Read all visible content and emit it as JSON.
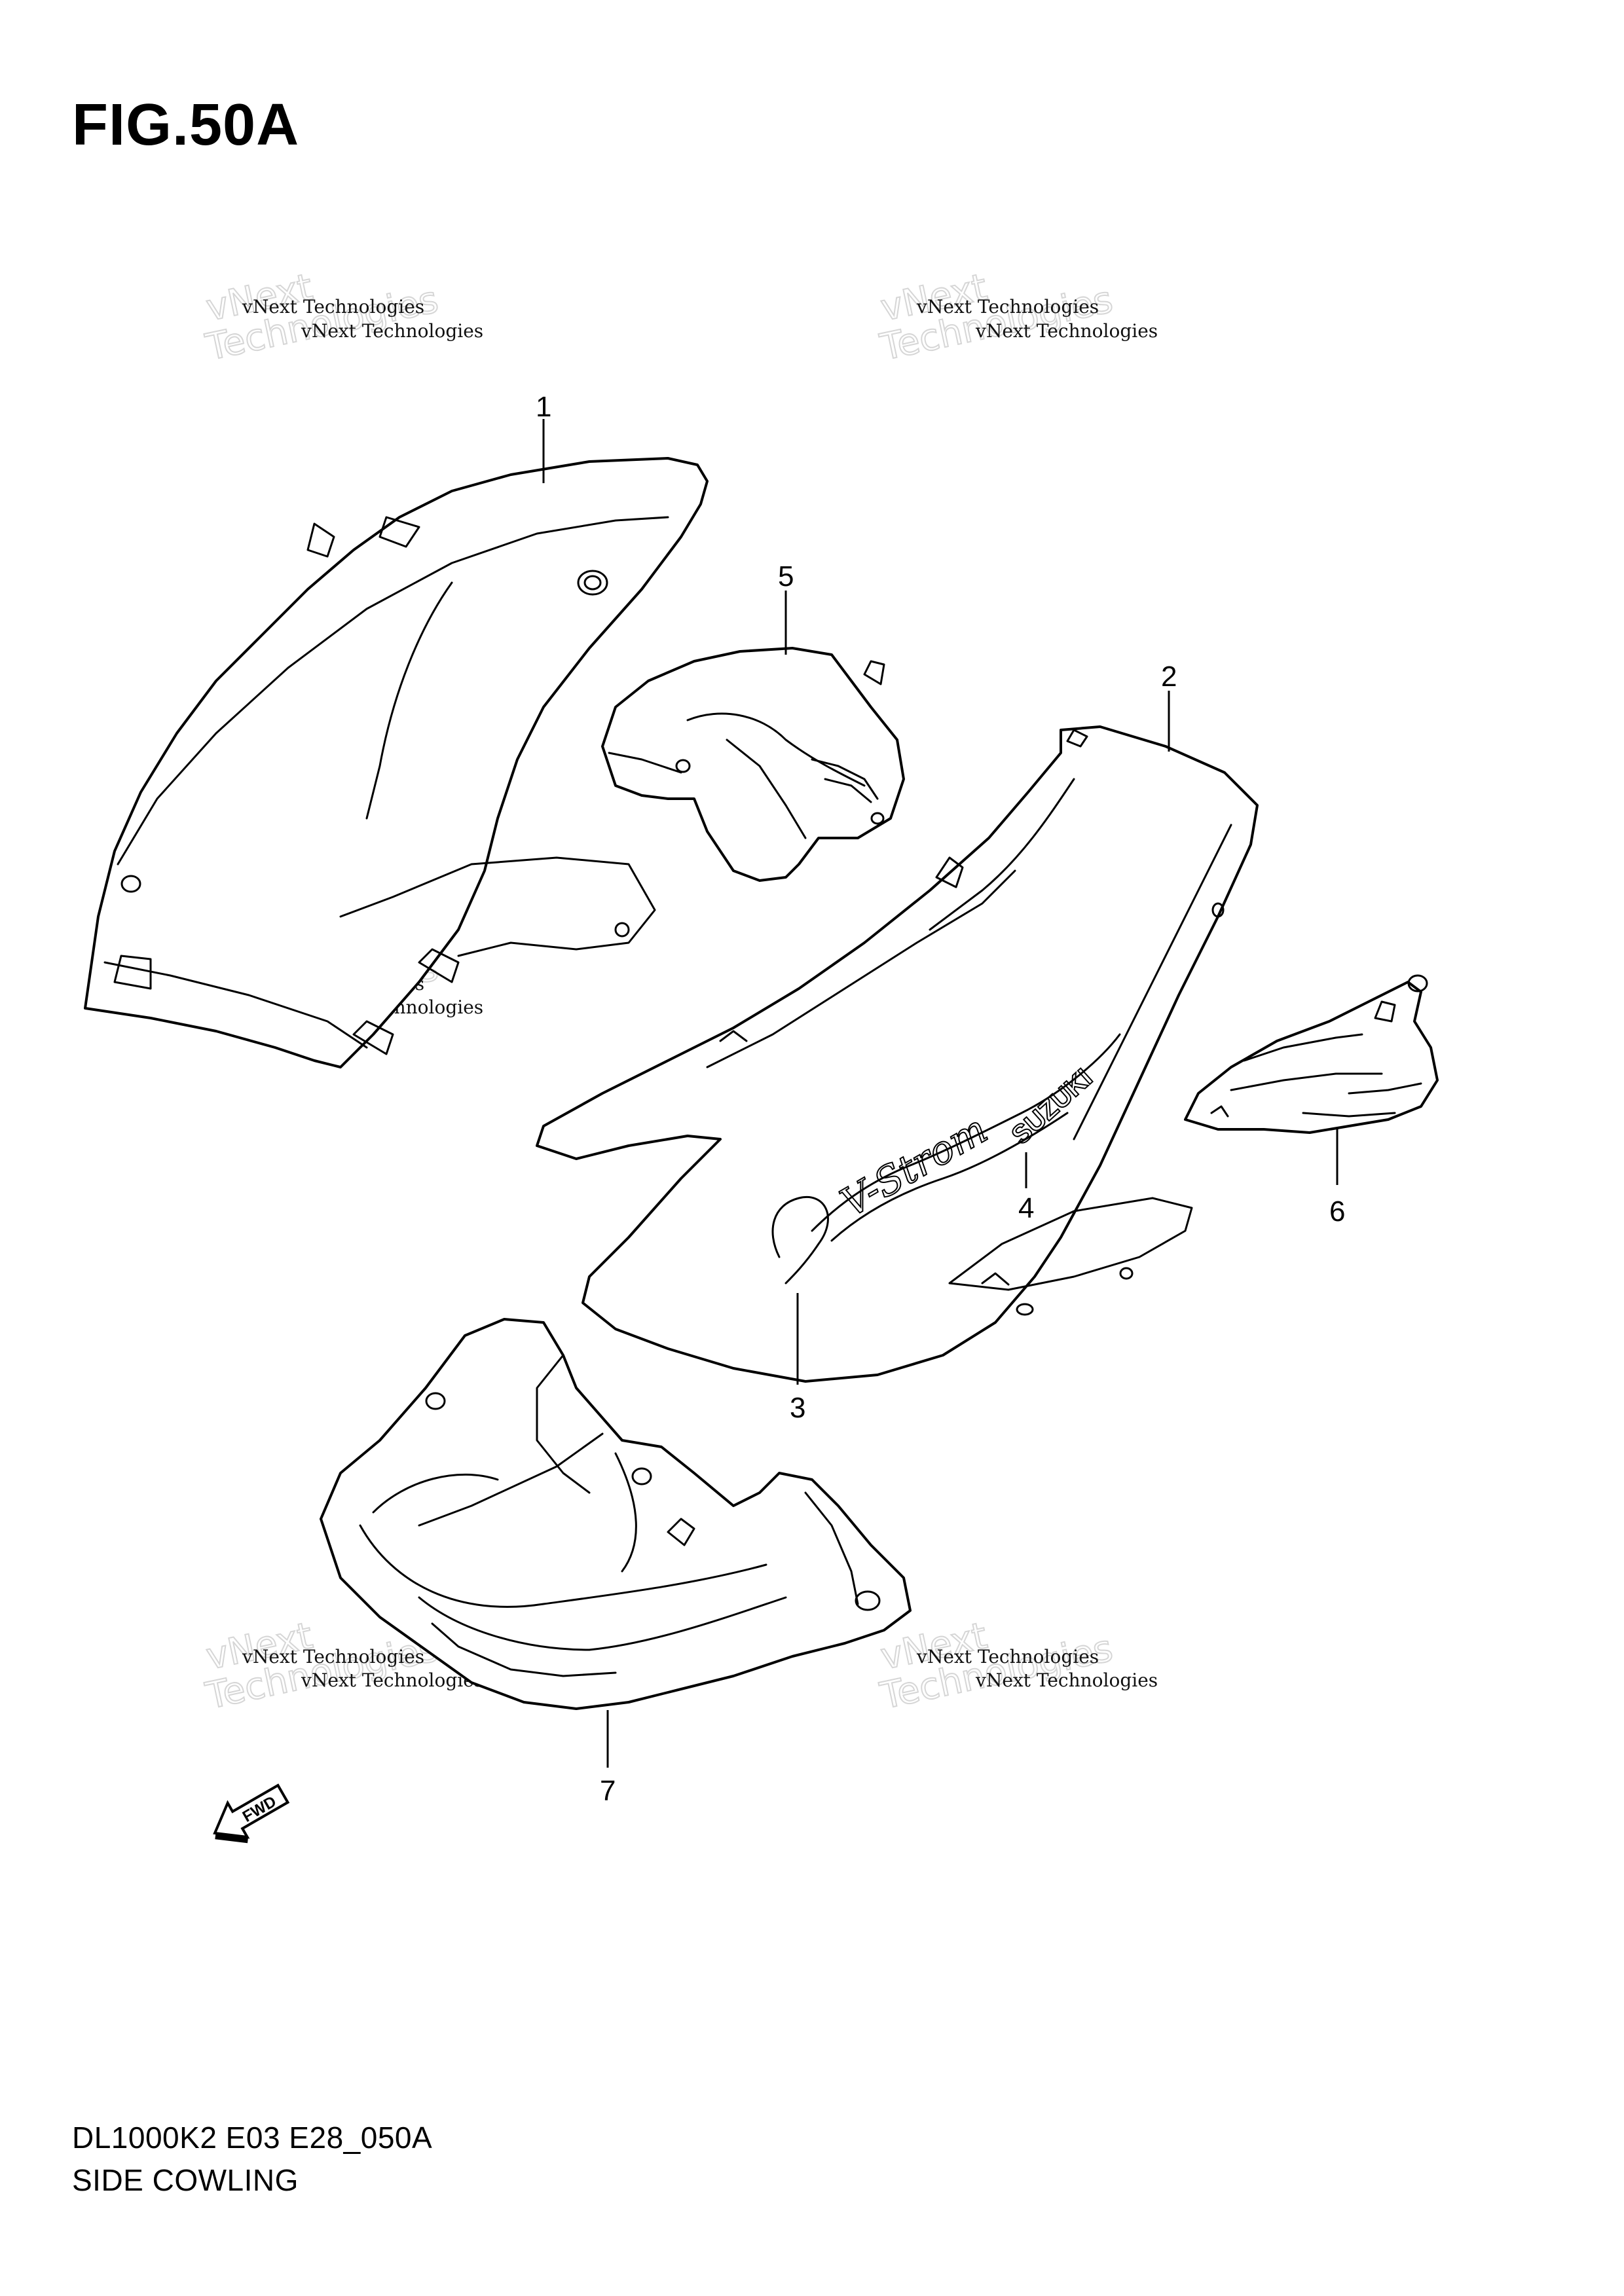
{
  "figure": {
    "title": "FIG.50A"
  },
  "callouts": [
    {
      "id": "1",
      "label": "1"
    },
    {
      "id": "2",
      "label": "2"
    },
    {
      "id": "3",
      "label": "3"
    },
    {
      "id": "4",
      "label": "4"
    },
    {
      "id": "5",
      "label": "5"
    },
    {
      "id": "6",
      "label": "6"
    },
    {
      "id": "7",
      "label": "7"
    }
  ],
  "decals": {
    "model_script": "V-Strom",
    "brand": "SUZUKI"
  },
  "direction_marker": {
    "label": "FWD"
  },
  "watermark": {
    "line_small": "vNext Technologies",
    "line_big_1": "vNext",
    "line_big_2": "Technologies"
  },
  "footer": {
    "drawing_code": "DL1000K2 E03 E28_050A",
    "section_name": "SIDE COWLING"
  }
}
